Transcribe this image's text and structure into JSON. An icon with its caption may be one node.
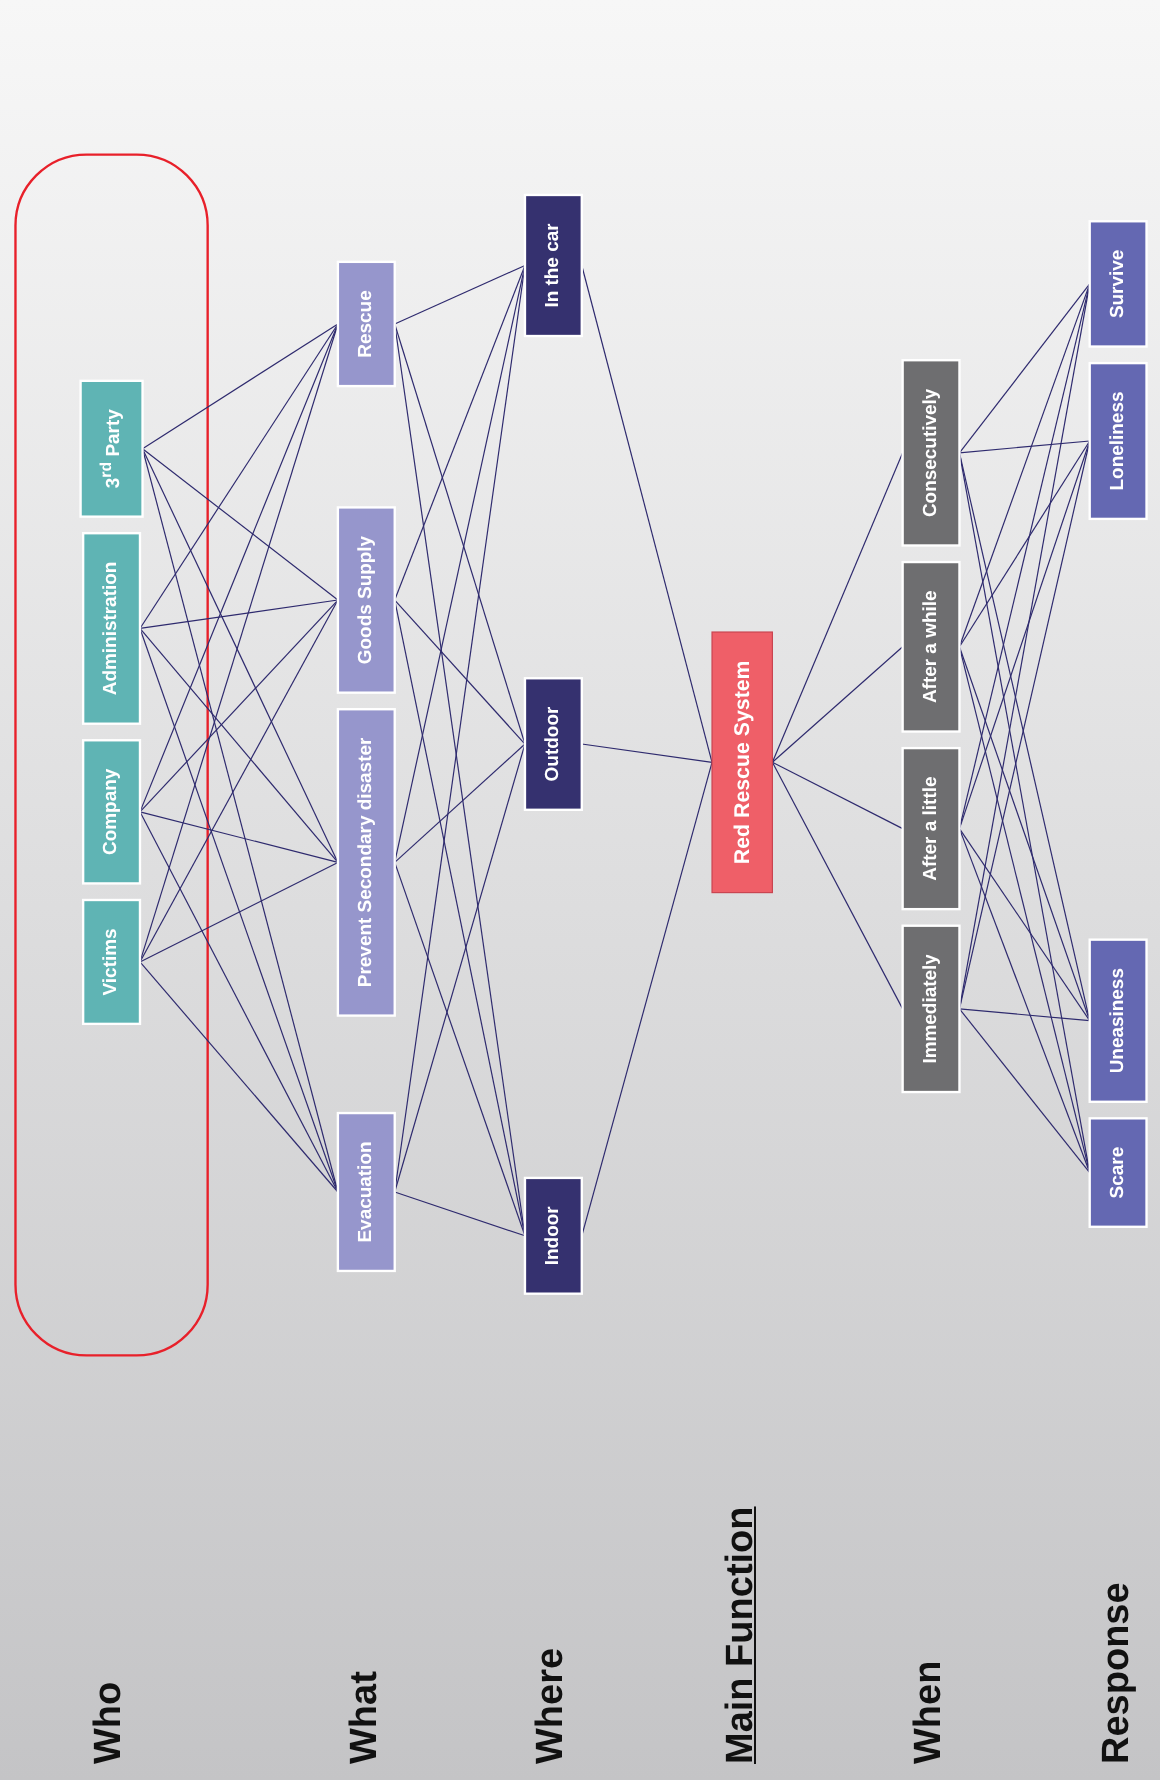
{
  "diagram": {
    "nodes": [
      {
        "text": [],
        "shape": "ellipse"
      },
      {
        "text": [
          "Victims"
        ],
        "in": 0
      },
      {
        "text": [
          "Company"
        ],
        "in": 0
      },
      {
        "text": [
          "Administration"
        ],
        "in": 0
      },
      {
        "text": [
          "3$^{rd}$ Party"
        ],
        "in": 0
      },
      {
        "text": [
          "Evacuation"
        ]
      },
      {
        "text": [
          "Prevent Secondary disaster"
        ]
      },
      {
        "text": [
          "Goods Supply"
        ]
      },
      {
        "text": [
          "Rescue"
        ]
      },
      {
        "text": [
          "Indoor"
        ]
      },
      {
        "text": [
          "Outdoor"
        ]
      },
      {
        "text": [
          "In the car"
        ]
      },
      {
        "text": [
          "Red Rescue System"
        ]
      },
      {
        "text": [
          "Immediately"
        ]
      },
      {
        "text": [
          "After a little"
        ]
      },
      {
        "text": [
          "After a while"
        ]
      },
      {
        "text": [
          "Consecutively"
        ]
      },
      {
        "text": [
          "Scare"
        ]
      },
      {
        "text": [
          "Uneasiness"
        ]
      },
      {
        "text": [
          "Loneliness"
        ]
      },
      {
        "text": [
          "Survive"
        ]
      }
    ],
    "edges": [
      {
        "from": 1,
        "to": 5,
        "arrow": "none"
      },
      {
        "from": 1,
        "to": 6,
        "arrow": "none"
      },
      {
        "from": 1,
        "to": 7,
        "arrow": "none"
      },
      {
        "from": 1,
        "to": 8,
        "arrow": "none"
      },
      {
        "from": 2,
        "to": 5,
        "arrow": "none"
      },
      {
        "from": 2,
        "to": 6,
        "arrow": "none"
      },
      {
        "from": 2,
        "to": 7,
        "arrow": "none"
      },
      {
        "from": 2,
        "to": 8,
        "arrow": "none"
      },
      {
        "from": 3,
        "to": 5,
        "arrow": "none"
      },
      {
        "from": 3,
        "to": 6,
        "arrow": "none"
      },
      {
        "from": 3,
        "to": 7,
        "arrow": "none"
      },
      {
        "from": 3,
        "to": 8,
        "arrow": "none"
      },
      {
        "from": 4,
        "to": 5,
        "arrow": "none"
      },
      {
        "from": 4,
        "to": 6,
        "arrow": "none"
      },
      {
        "from": 4,
        "to": 7,
        "arrow": "none"
      },
      {
        "from": 4,
        "to": 8,
        "arrow": "none"
      },
      {
        "from": 5,
        "to": 9,
        "arrow": "none"
      },
      {
        "from": 5,
        "to": 10,
        "arrow": "none"
      },
      {
        "from": 5,
        "to": 11,
        "arrow": "none"
      },
      {
        "from": 6,
        "to": 9,
        "arrow": "none"
      },
      {
        "from": 6,
        "to": 10,
        "arrow": "none"
      },
      {
        "from": 6,
        "to": 11,
        "arrow": "none"
      },
      {
        "from": 7,
        "to": 9,
        "arrow": "none"
      },
      {
        "from": 7,
        "to": 10,
        "arrow": "none"
      },
      {
        "from": 7,
        "to": 11,
        "arrow": "none"
      },
      {
        "from": 8,
        "to": 9,
        "arrow": "none"
      },
      {
        "from": 8,
        "to": 10,
        "arrow": "none"
      },
      {
        "from": 8,
        "to": 11,
        "arrow": "none"
      },
      {
        "from": 9,
        "to": 12,
        "arrow": "none"
      },
      {
        "from": 10,
        "to": 12,
        "arrow": "none"
      },
      {
        "from": 11,
        "to": 12,
        "arrow": "none"
      },
      {
        "from": 12,
        "to": 13,
        "arrow": "none"
      },
      {
        "from": 12,
        "to": 14,
        "arrow": "none"
      },
      {
        "from": 12,
        "to": 15,
        "arrow": "none"
      },
      {
        "from": 12,
        "to": 16,
        "arrow": "none"
      },
      {
        "from": 13,
        "to": 17,
        "arrow": "none"
      },
      {
        "from": 13,
        "to": 18,
        "arrow": "none"
      },
      {
        "from": 13,
        "to": 19,
        "arrow": "none"
      },
      {
        "from": 13,
        "to": 20,
        "arrow": "none"
      },
      {
        "from": 14,
        "to": 17,
        "arrow": "none"
      },
      {
        "from": 14,
        "to": 18,
        "arrow": "none"
      },
      {
        "from": 14,
        "to": 19,
        "arrow": "none"
      },
      {
        "from": 14,
        "to": 20,
        "arrow": "none"
      },
      {
        "from": 15,
        "to": 17,
        "arrow": "none"
      },
      {
        "from": 15,
        "to": 18,
        "arrow": "none"
      },
      {
        "from": 15,
        "to": 19,
        "arrow": "none"
      },
      {
        "from": 15,
        "to": 20,
        "arrow": "none"
      },
      {
        "from": 16,
        "to": 17,
        "arrow": "none"
      },
      {
        "from": 16,
        "to": 18,
        "arrow": "none"
      },
      {
        "from": 16,
        "to": 19,
        "arrow": "none"
      },
      {
        "from": 16,
        "to": 20,
        "arrow": "none"
      }
    ],
    "labels": [
      "Who",
      "What",
      "Where",
      "Main Function",
      "When",
      "Response"
    ]
  }
}
